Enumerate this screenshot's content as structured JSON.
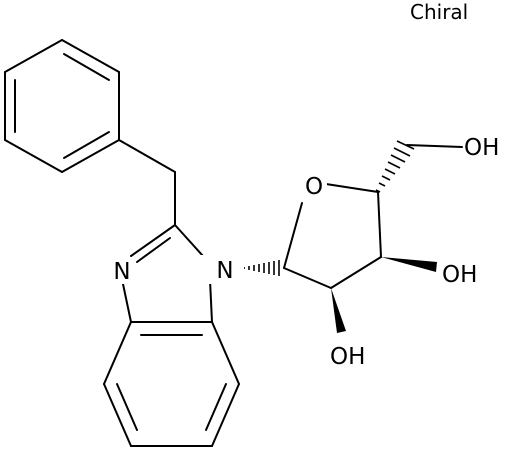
{
  "chiral_label": "Chiral",
  "atoms": {
    "N_imine": "N",
    "N_ring": "N",
    "O_ring": "O",
    "OH_5prime": "OH",
    "OH_3prime": "OH",
    "OH_2prime": "OH"
  },
  "molecule": {
    "stereocenters": 4,
    "wedge_bonds": [
      "C1'-N",
      "C4'-CH2OH",
      "C3'-OH",
      "C2'-OH"
    ]
  }
}
